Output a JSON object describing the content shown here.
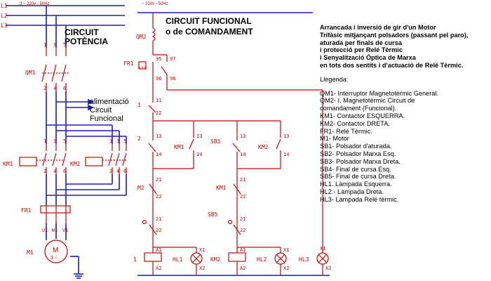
{
  "supply_left": "3 ~ 220v - 50Hz",
  "supply_right": "~ 220v - 50Hz",
  "phases": [
    "L1",
    "L2",
    "L3"
  ],
  "power": {
    "title_line1": "CIRCUIT",
    "title_line2": "POTÈNCIA",
    "qm1": "QM1",
    "km1": "KM1",
    "km2": "KM2",
    "fr1": "FR1",
    "m1": "M1",
    "motor_symbol": "M",
    "motor_sub": "3 ~",
    "feed1": "alimentació",
    "feed2": "Circuit",
    "feed3": "Funcional"
  },
  "control": {
    "title_line1": "CIRCUIT FUNCIONAL",
    "title_line2": "o de COMANDAMENT",
    "qm2": "QM2",
    "fr1": "FR1",
    "sb1": "1",
    "sb2": "2",
    "sb3": "SB3",
    "km1_aux": "KM1",
    "km2_aux": "KM2",
    "m2": "M2",
    "km1_nc": "KM1",
    "sb5": "SB5",
    "coil1": "1",
    "coil2": "KM2",
    "hl1": "HL1",
    "hl2": "HL2",
    "hl3": "HL3"
  },
  "description": {
    "lines": [
      "Arrancada i inversió de gir d'un Motor",
      "Trifàsic mitjançant polsadors (passant pel paro),",
      "aturada per finals de cursa",
      "i protecció per Relé Tèrmic",
      "i Senyalització Òptica de Marxa",
      "en tots dos sentits i d'actuació de Relé Tèrmic."
    ],
    "legend_title": "Llegenda:",
    "legend": [
      "QM1- Interruptor Magnetotèrmic General.",
      "QM2- I. Magnetotèrmic Circuit de",
      "comandament (Funcional).",
      "KM1- Contactor ESQUERRA.",
      "KM2- Contactor DRETA.",
      "FR1- Relé Tèrmic.",
      "M1- Motor",
      "SB1- Polsador d'aturada.",
      "SB2- Polsador Marxa Esq.",
      "SB3- Polsador Marxa Dreta.",
      "SB4- Final de cursa Esq.",
      "SB5- Final de cursa Dreta.",
      "HL1. Làmpada Esquerra.",
      "HL2.- Làmpada Dreta.",
      "HL3- Làmpada Relé tèrmic."
    ]
  },
  "colors": {
    "wire": "#1a1acc",
    "device": "#d40000",
    "text": "#000000"
  }
}
